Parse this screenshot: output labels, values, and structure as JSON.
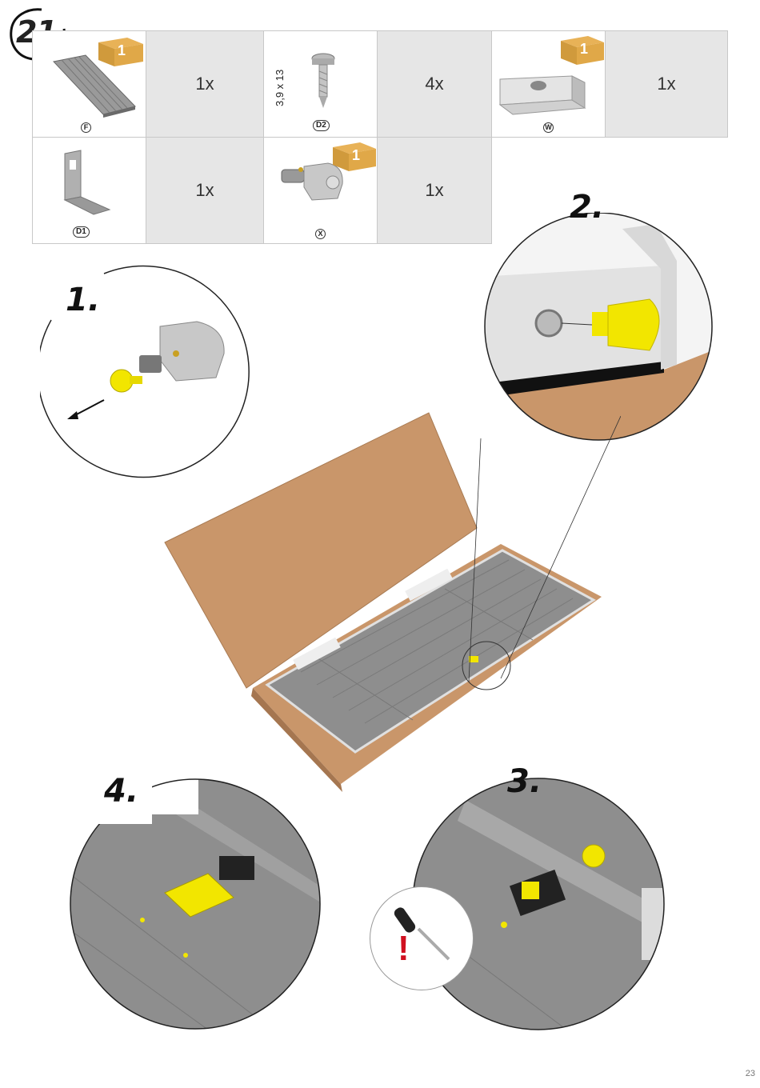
{
  "step": "21.",
  "parts": [
    {
      "id": "F",
      "qty": "1x",
      "box": "1"
    },
    {
      "id": "D2",
      "qty": "4x",
      "dimension": "3,9 x 13"
    },
    {
      "id": "W",
      "qty": "1x",
      "box": "1"
    },
    {
      "id": "D1",
      "qty": "1x"
    },
    {
      "id": "X",
      "qty": "1x",
      "box": "1"
    }
  ],
  "sub_steps": [
    "1.",
    "2.",
    "3.",
    "4."
  ],
  "warning_symbol": "!",
  "colors": {
    "accent_yellow": "#f2e600",
    "cardboard": "#c9966a",
    "tray_gray": "#8e8e8e",
    "warning_red": "#d01020"
  },
  "page_number": "23"
}
